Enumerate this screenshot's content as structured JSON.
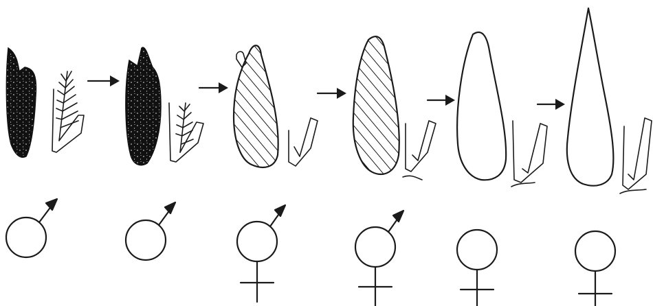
{
  "diagram": {
    "colors": {
      "ink": "#1a1a1a",
      "background": "#ffffff",
      "dark_fill": "#111111",
      "speckle": "#f4f4f4"
    },
    "stages": [
      {
        "fill": "solid-speckled",
        "symbol": "male",
        "spikelet": "feathery"
      },
      {
        "fill": "solid-speckled",
        "symbol": "male",
        "spikelet": "feathery-small"
      },
      {
        "fill": "hatched",
        "symbol": "hermaphrodite",
        "spikelet": "reduced"
      },
      {
        "fill": "hatched",
        "symbol": "hermaphrodite",
        "spikelet": "reduced"
      },
      {
        "fill": "empty",
        "symbol": "female",
        "spikelet": "reduced"
      },
      {
        "fill": "empty",
        "symbol": "female",
        "spikelet": "reduced"
      }
    ],
    "transition_icon": "right-arrow-icon"
  }
}
